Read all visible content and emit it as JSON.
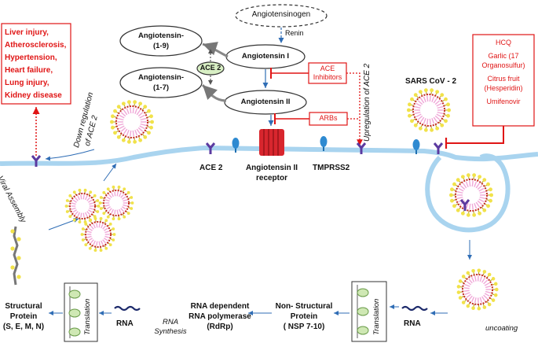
{
  "ras": {
    "angiotensinogen": "Angiotensinogen",
    "renin": "Renin",
    "ang1": "Angiotensin I",
    "ang2": "Angiotensin II",
    "ang19_line1": "Angiotensin-",
    "ang19_line2": "(1-9)",
    "ang17_line1": "Angiotensin-",
    "ang17_line2": "(1-7)",
    "ace2_enzyme": "ACE 2",
    "ace_inhibitors_line1": "ACE",
    "ace_inhibitors_line2": "Inhibitors",
    "arbs": "ARBs",
    "upregulation_line1": "Upregulation of ACE 2"
  },
  "effects": {
    "items": [
      "Liver injury,",
      "Atherosclerosis,",
      "Hypertension,",
      "Heart failure,",
      "Lung injury,",
      "Kidney disease"
    ],
    "downregulation_line1": "Down regulation",
    "downregulation_line2": "of ACE 2"
  },
  "drugs": {
    "items": [
      "HCQ",
      "Garlic (17",
      "Organosulfur)",
      "Citrus fruit",
      "(Hesperidin)",
      "Umifenovir"
    ]
  },
  "membrane": {
    "ace2": "ACE 2",
    "receptor_line1": "Angiotensin II",
    "receptor_line2": "receptor",
    "tmprss2": "TMPRSS2",
    "virus": "SARS CoV - 2"
  },
  "cycle": {
    "viral_assembly": "Viral Assembly",
    "uncoating": "uncoating",
    "rna_right": "RNA",
    "translation_right": "Translation",
    "nsp_line1": "Non- Structural",
    "nsp_line2": "Protein",
    "nsp_line3": "( NSP 7-10)",
    "rdrp_line1": "RNA dependent",
    "rdrp_line2": "RNA polymerase",
    "rdrp_line3": "(RdRp)",
    "rna_synthesis_line1": "RNA",
    "rna_synthesis_line2": "Synthesis",
    "rna_left": "RNA",
    "translation_left": "Translation",
    "structural_line1": "Structural",
    "structural_line2": "Protein",
    "structural_line3": "(S, E, M, N)"
  },
  "colors": {
    "red": "#e01515",
    "membrane": "#a9d4ef",
    "blue_arrow": "#2f6db5",
    "ace2_green": "#d8efc4",
    "virus_spike": "#f1e24a",
    "virus_core": "#f0a8d8"
  }
}
